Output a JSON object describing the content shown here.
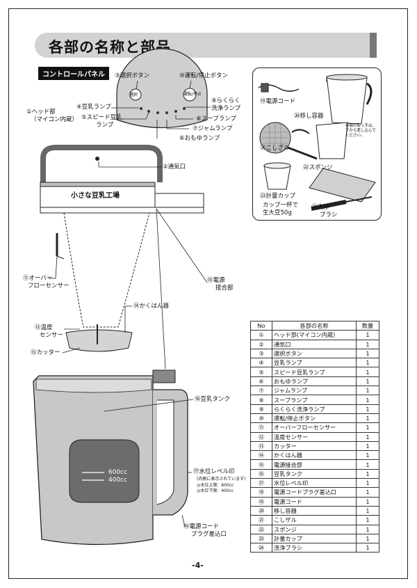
{
  "title": "各部の名称と部品",
  "control_panel_label": "コントロールパネル",
  "panel_button_select": "選択",
  "panel_button_start": "運転/停止",
  "brand_logo": "小さな豆乳工場",
  "callouts": {
    "c1": "①ヘッド部",
    "c1b": "（マイコン内蔵）",
    "c2": "②通気口",
    "c3": "③選択ボタン",
    "c4": "④豆乳ランプ",
    "c5": "⑤スピード豆乳",
    "c5b": "ランプ",
    "c6": "⑥おもゆランプ",
    "c7": "⑦ジャムランプ",
    "c8": "⑧スープランプ",
    "c9": "⑨らくらく",
    "c9b": "洗浄ランプ",
    "c10": "⑩運転/停止ボタン",
    "c11": "⑪オーバー",
    "c11b": "フローセンサー",
    "c12": "⑫温度",
    "c12b": "センサー",
    "c13": "⑬カッター",
    "c14": "⑭かくはん器",
    "c15": "⑮電源",
    "c15b": "接合部",
    "c16": "⑯豆乳タンク",
    "c17": "⑰水位レベル印",
    "c17b": "(内側に表示されています)",
    "c17c": "◎水位上限：600cc",
    "c17d": "◎水位下限：400cc",
    "c18": "⑱電源コード",
    "c18b": "プラグ差込口",
    "c19": "⑲電源コード",
    "c20": "⑳移し容器",
    "c20note": "容器の取っ手は、",
    "c20note2": "下から差し込んで",
    "c20note3": "ください。",
    "c21": "㉑こしざル",
    "c22": "㉒スポンジ",
    "c23": "㉓計量カップ",
    "c23b": "カップ一杯で",
    "c23c": "生大豆50g",
    "c24": "㉔洗浄",
    "c24b": "ブラシ"
  },
  "tank_marks": {
    "upper": "600cc",
    "lower": "400cc"
  },
  "table": {
    "headers": [
      "No",
      "各部の名称",
      "数量"
    ],
    "rows": [
      [
        "①",
        "ヘッド部(マイコン内蔵)",
        "1"
      ],
      [
        "②",
        "通気口",
        "1"
      ],
      [
        "③",
        "選択ボタン",
        "1"
      ],
      [
        "④",
        "豆乳ランプ",
        "1"
      ],
      [
        "⑤",
        "スピード豆乳ランプ",
        "1"
      ],
      [
        "⑥",
        "おもゆランプ",
        "1"
      ],
      [
        "⑦",
        "ジャムランプ",
        "1"
      ],
      [
        "⑧",
        "スープランプ",
        "1"
      ],
      [
        "⑨",
        "らくらく洗浄ランプ",
        "1"
      ],
      [
        "⑩",
        "運転/停止ボタン",
        "1"
      ],
      [
        "⑪",
        "オーバーフローセンサー",
        "1"
      ],
      [
        "⑫",
        "温度センサー",
        "1"
      ],
      [
        "⑬",
        "カッター",
        "1"
      ],
      [
        "⑭",
        "かくはん器",
        "1"
      ],
      [
        "⑮",
        "電源接合部",
        "1"
      ],
      [
        "⑯",
        "豆乳タンク",
        "1"
      ],
      [
        "⑰",
        "水位レベル印",
        "1"
      ],
      [
        "⑱",
        "電源コードプラグ差込口",
        "1"
      ],
      [
        "⑲",
        "電源コード",
        "1"
      ],
      [
        "⑳",
        "移し容器",
        "1"
      ],
      [
        "㉑",
        "こしザル",
        "1"
      ],
      [
        "㉒",
        "スポンジ",
        "1"
      ],
      [
        "㉓",
        "計量カップ",
        "1"
      ],
      [
        "㉔",
        "洗浄ブラシ",
        "1"
      ]
    ]
  },
  "page_number": "-4-"
}
